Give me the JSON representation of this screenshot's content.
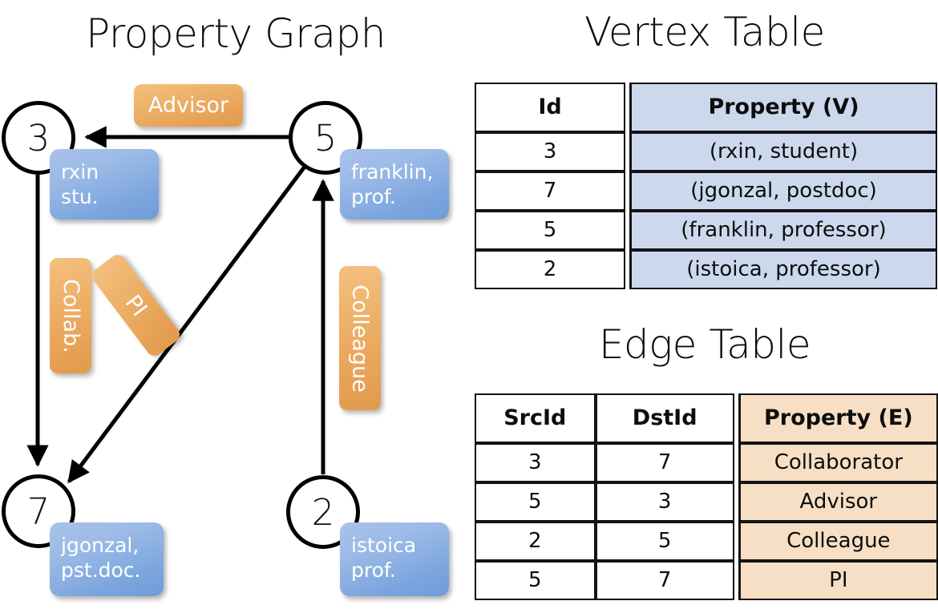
{
  "titles": {
    "property_graph": "Property Graph",
    "vertex_table": "Vertex Table",
    "edge_table": "Edge Table"
  },
  "graph": {
    "nodes": [
      {
        "id": "3",
        "label": "3",
        "property_line1": "rxin",
        "property_line2": "stu."
      },
      {
        "id": "5",
        "label": "5",
        "property_line1": "franklin,",
        "property_line2": "prof."
      },
      {
        "id": "7",
        "label": "7",
        "property_line1": "jgonzal,",
        "property_line2": "pst.doc."
      },
      {
        "id": "2",
        "label": "2",
        "property_line1": "istoica",
        "property_line2": "prof."
      }
    ],
    "edge_labels": [
      {
        "key": "advisor",
        "text": "Advisor",
        "orientation": "horizontal"
      },
      {
        "key": "collab",
        "text": "Collab.",
        "orientation": "vertical"
      },
      {
        "key": "pi",
        "text": "PI",
        "orientation": "diagonal"
      },
      {
        "key": "colleague",
        "text": "Colleague",
        "orientation": "vertical"
      }
    ]
  },
  "vertex_table": {
    "headers": {
      "id": "Id",
      "property": "Property (V)"
    },
    "rows": [
      {
        "id": "3",
        "property": "(rxin, student)"
      },
      {
        "id": "7",
        "property": "(jgonzal, postdoc)"
      },
      {
        "id": "5",
        "property": "(franklin, professor)"
      },
      {
        "id": "2",
        "property": "(istoica, professor)"
      }
    ]
  },
  "edge_table": {
    "headers": {
      "src": "SrcId",
      "dst": "DstId",
      "property": "Property (E)"
    },
    "rows": [
      {
        "src": "3",
        "dst": "7",
        "property": "Collaborator"
      },
      {
        "src": "5",
        "dst": "3",
        "property": "Advisor"
      },
      {
        "src": "2",
        "dst": "5",
        "property": "Colleague"
      },
      {
        "src": "5",
        "dst": "7",
        "property": "PI"
      }
    ]
  },
  "colors": {
    "vertex_property_fill": "#ccd9ed",
    "edge_property_fill": "#f6dfc4",
    "vertex_badge": "#7ca5de",
    "edge_badge": "#eeb26a",
    "stroke": "#000000"
  }
}
